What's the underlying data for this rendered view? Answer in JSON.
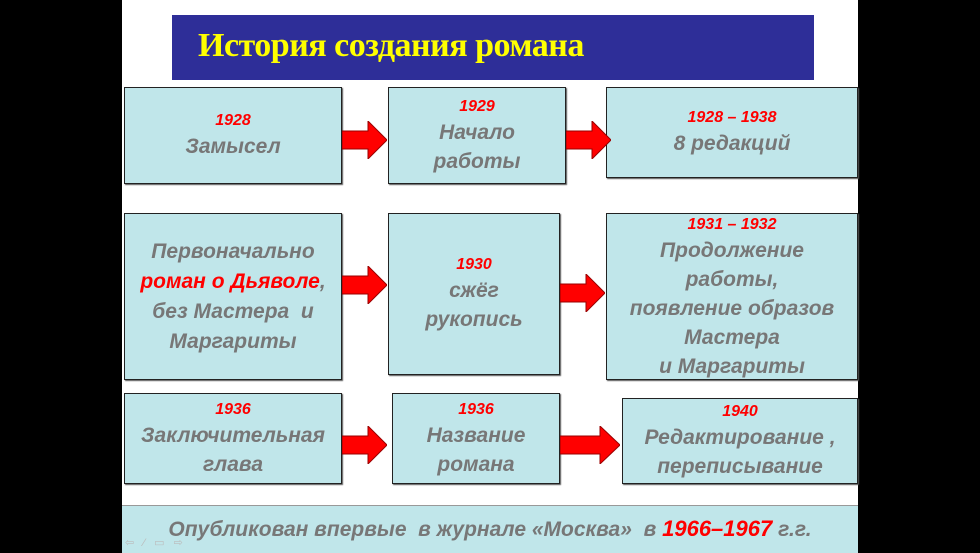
{
  "title": "История создания романа",
  "rows": [
    [
      {
        "year": "1928",
        "text": [
          "Замысел"
        ]
      },
      {
        "year": "1929",
        "text": [
          "Начало",
          "работы"
        ]
      },
      {
        "year": "1928 – 1938",
        "text": [
          "8 редакций"
        ]
      }
    ],
    [
      {
        "year": "",
        "text": [
          "Первоначально"
        ],
        "highlight": "роман о Дьяволе",
        "after": ",",
        "text2": [
          "без Мастера  и",
          "Маргариты"
        ]
      },
      {
        "year": "1930",
        "text": [
          "сжёг",
          "рукопись"
        ]
      },
      {
        "year": "1931 – 1932",
        "text": [
          "Продолжение",
          "работы,",
          "появление образов",
          "Мастера",
          "и Маргариты"
        ]
      }
    ],
    [
      {
        "year": "1936",
        "text": [
          "Заключительная",
          "глава"
        ]
      },
      {
        "year": "1936",
        "text": [
          "Название",
          "романа"
        ]
      },
      {
        "year": "1940",
        "text": [
          "Редактирование ,",
          "переписывание"
        ]
      }
    ]
  ],
  "footer": {
    "text": "Опубликован впервые  в журнале «Москва»  в ",
    "years": "1966–1967",
    "suffix": " г.г."
  },
  "nav_icons": "⇦ ⁄ ▭ ⇨",
  "colors": {
    "title_bg": "#2e2e98",
    "title_text": "#ffff00",
    "box_bg": "#c0e6ea",
    "accent": "#ff0000",
    "text": "#777777"
  }
}
